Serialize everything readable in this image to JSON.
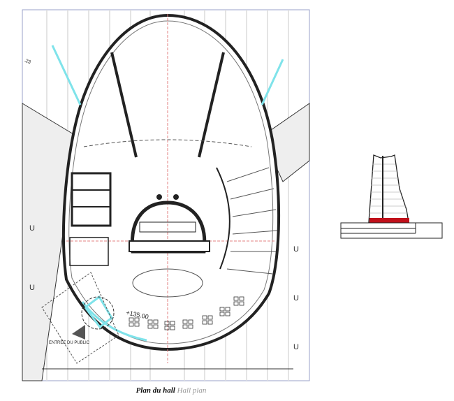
{
  "plan": {
    "entrance_label": "ENTREE DU PUBLIC",
    "level_label": "+135.00",
    "corner_level": ".23",
    "accent_color": "#7fe3ea",
    "section_highlight_color": "#c0101a"
  },
  "caption": {
    "french": "Plan du hall",
    "english": "Hall plan"
  }
}
